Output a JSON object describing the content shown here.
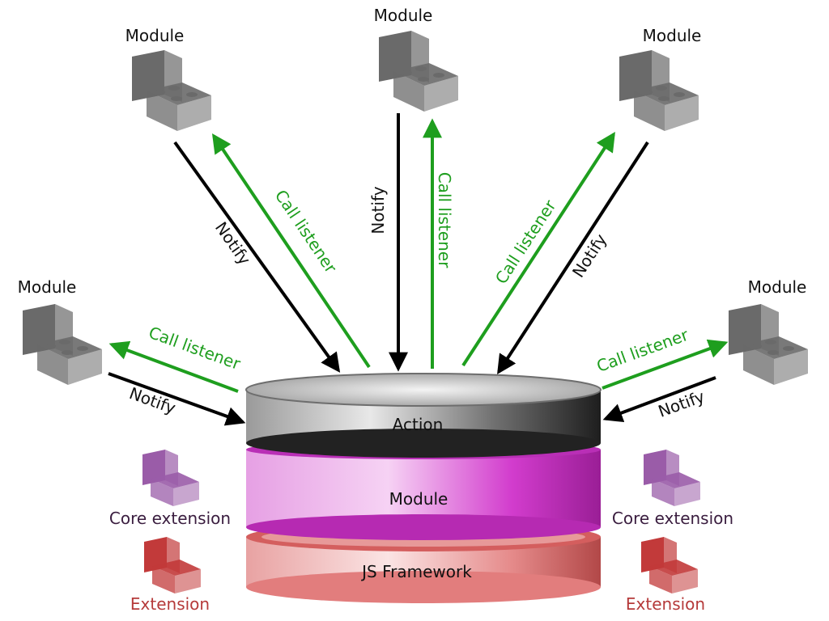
{
  "modules": {
    "top_left": {
      "label": "Module"
    },
    "top_center": {
      "label": "Module"
    },
    "top_right": {
      "label": "Module"
    },
    "mid_left": {
      "label": "Module"
    },
    "mid_right": {
      "label": "Module"
    }
  },
  "arrows": {
    "notify_label": "Notify",
    "call_label": "Call listener"
  },
  "stack": {
    "action": "Action",
    "module": "Module",
    "framework": "JS Framework"
  },
  "legend": {
    "core_extension_left": "Core extension",
    "core_extension_right": "Core extension",
    "extension_left": "Extension",
    "extension_right": "Extension"
  },
  "colors": {
    "notify_arrow": "#000000",
    "call_arrow": "#1e9e1e",
    "module_brick": "#6a6a6a",
    "core_extension": "#9a5ca8",
    "extension": "#c23a3a",
    "core_extension_text": "#3a1d3f",
    "extension_text": "#b53a3a",
    "action_disc": "#8a8a8a",
    "module_disc": "#d23ccd",
    "framework_disc": "#e58a8a"
  }
}
